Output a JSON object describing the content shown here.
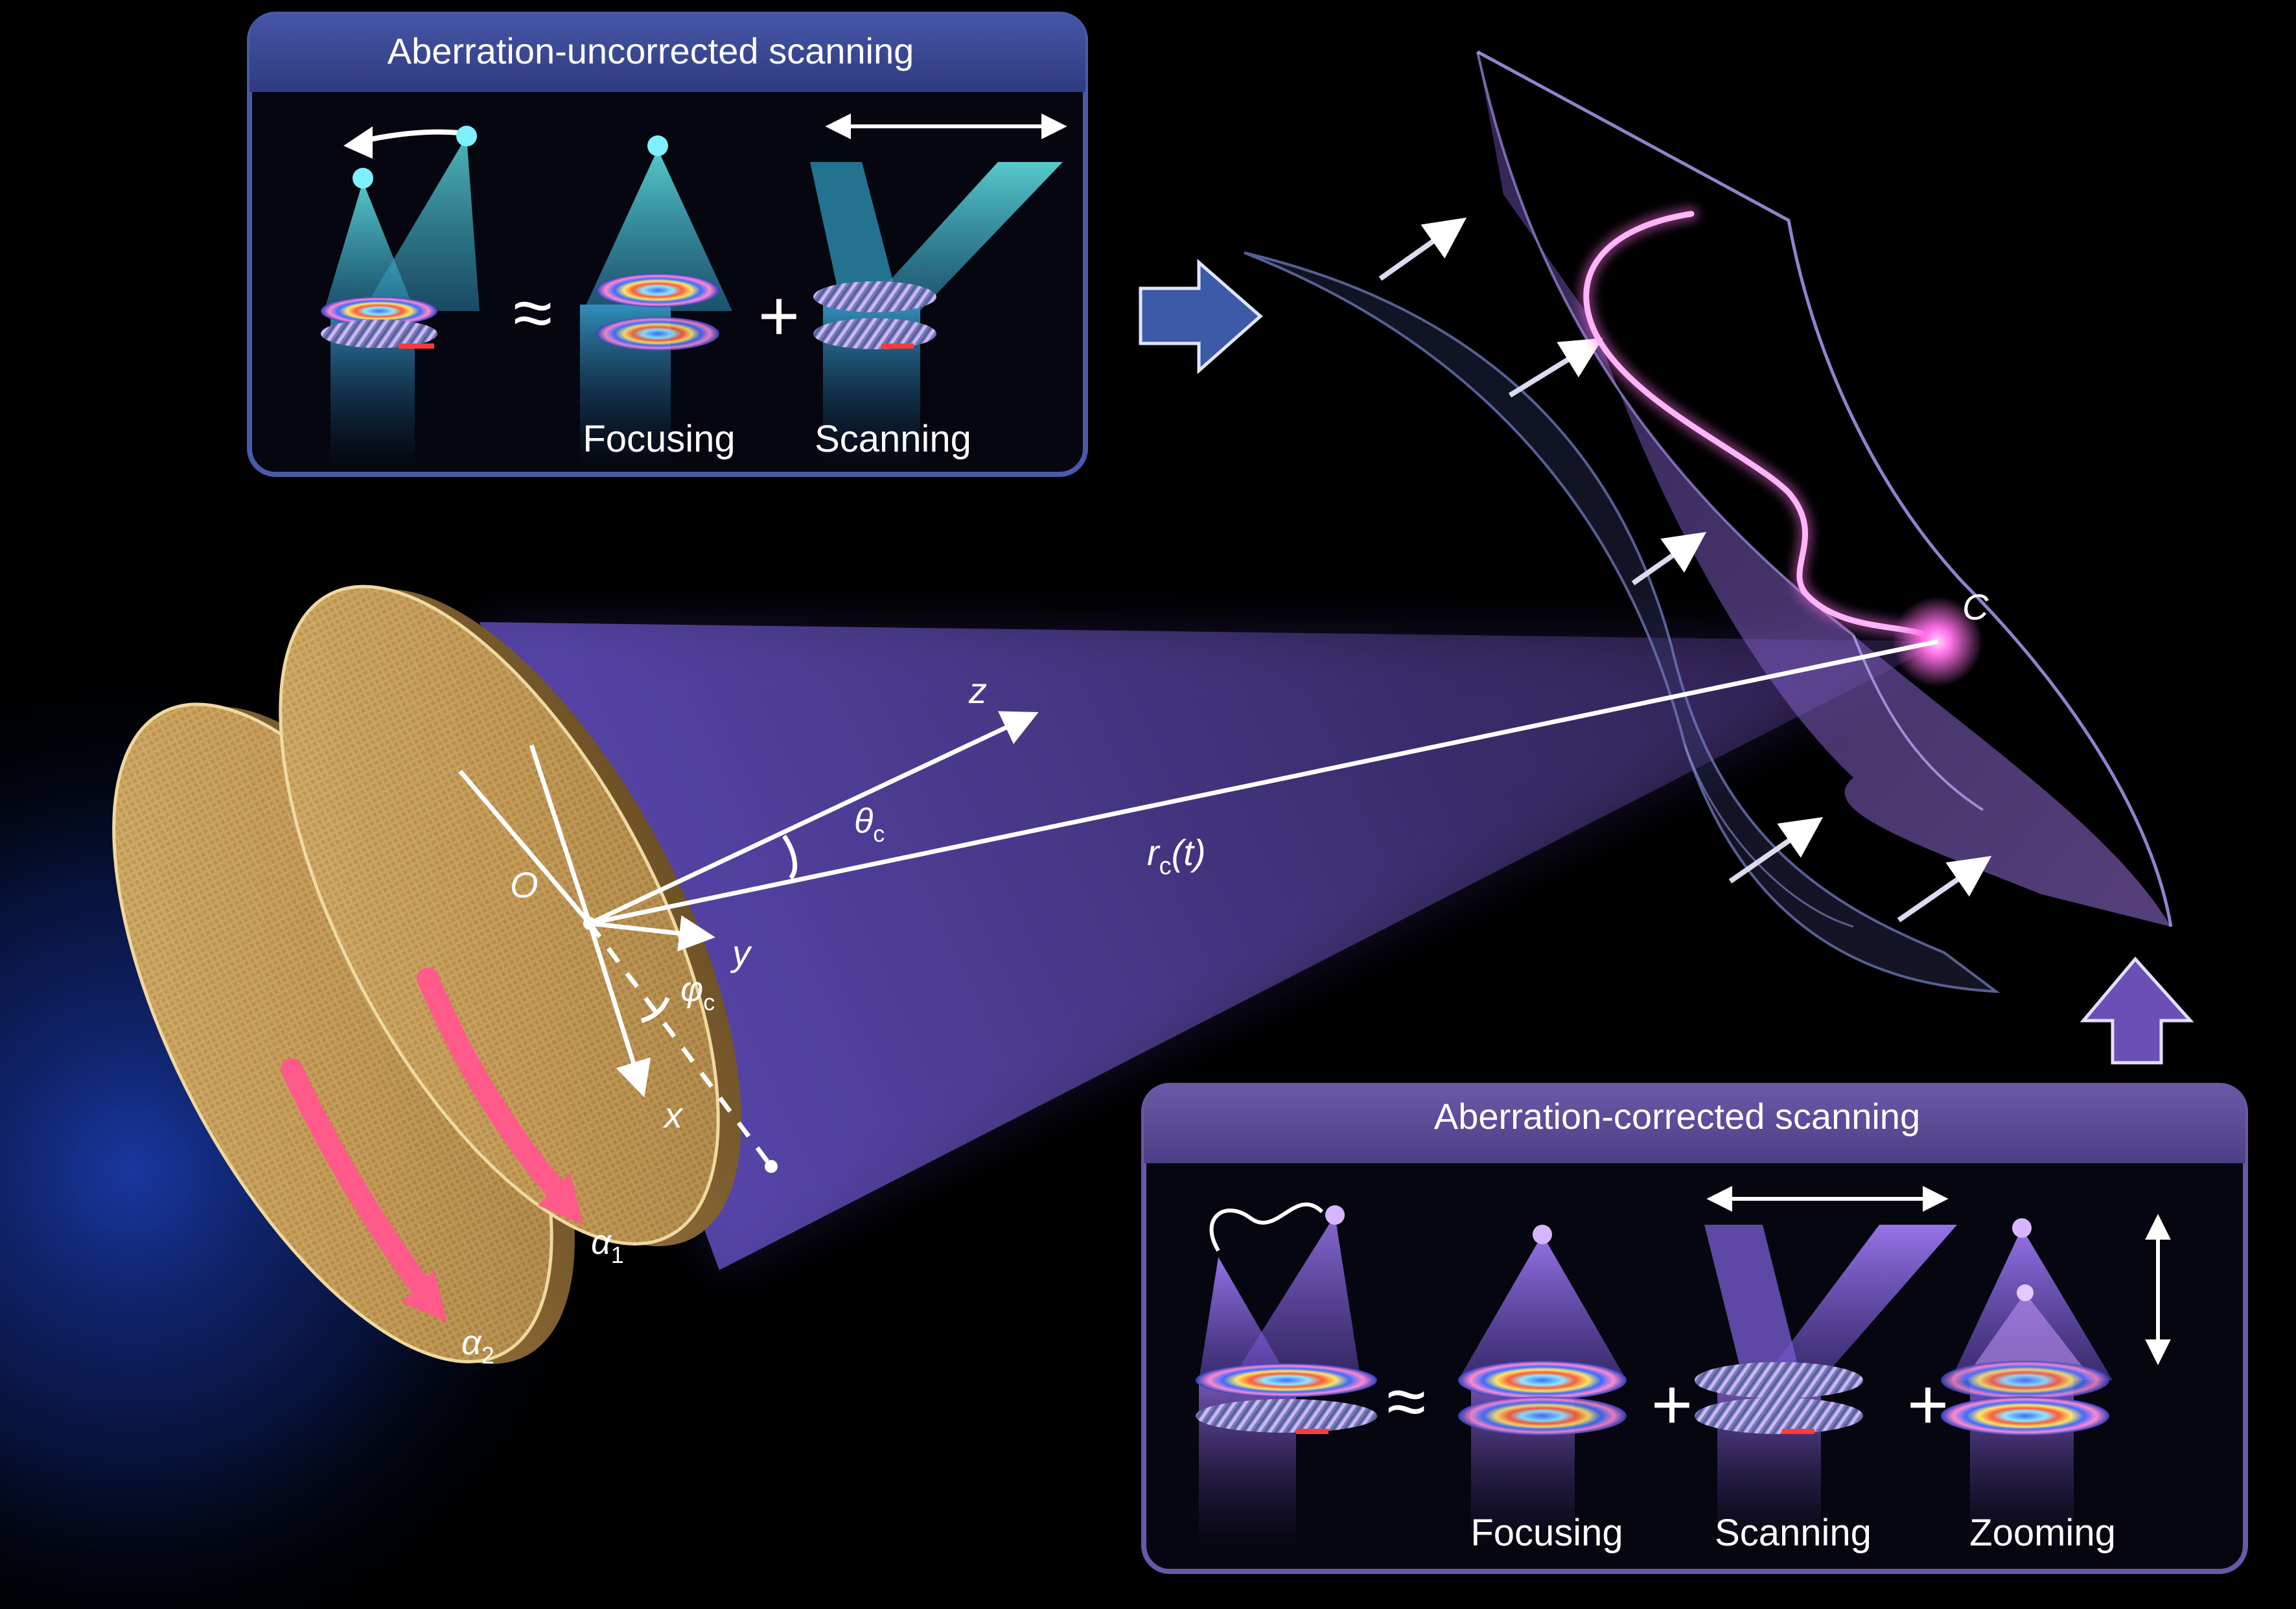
{
  "top_panel": {
    "title": "Aberration-uncorrected scanning",
    "approx_symbol": "≈",
    "plus_symbol": "+",
    "labels": [
      "Focusing",
      "Scanning"
    ]
  },
  "bottom_panel": {
    "title": "Aberration-corrected scanning",
    "approx_symbol": "≈",
    "plus_symbol": "+",
    "labels": [
      "Focusing",
      "Scanning",
      "Zooming"
    ]
  },
  "geometry_labels": {
    "origin": "O",
    "focus_point": "C",
    "z_axis": "z",
    "y_axis": "y",
    "x_axis": "x",
    "theta": "θ",
    "theta_sub": "c",
    "phi": "φ",
    "phi_sub": "c",
    "r": "r",
    "r_sub": "c",
    "r_suffix": "(t)",
    "alpha1": "α",
    "alpha1_sub": "1",
    "alpha2": "α",
    "alpha2_sub": "2"
  },
  "colors": {
    "top_panel_accent": "#3f4d96",
    "bottom_panel_accent": "#5b4a93",
    "cyan_beam": "#4fd6cf",
    "purple_beam": "#9b6fe0",
    "trajectory": "#ff6fe6",
    "metasurface": "#c9a259",
    "rotation_arrow": "#ff5a8a"
  },
  "icons": [
    "rotate-arrow-icon",
    "double-arrow-icon",
    "big-arrow-icon",
    "small-arrow-icon"
  ]
}
